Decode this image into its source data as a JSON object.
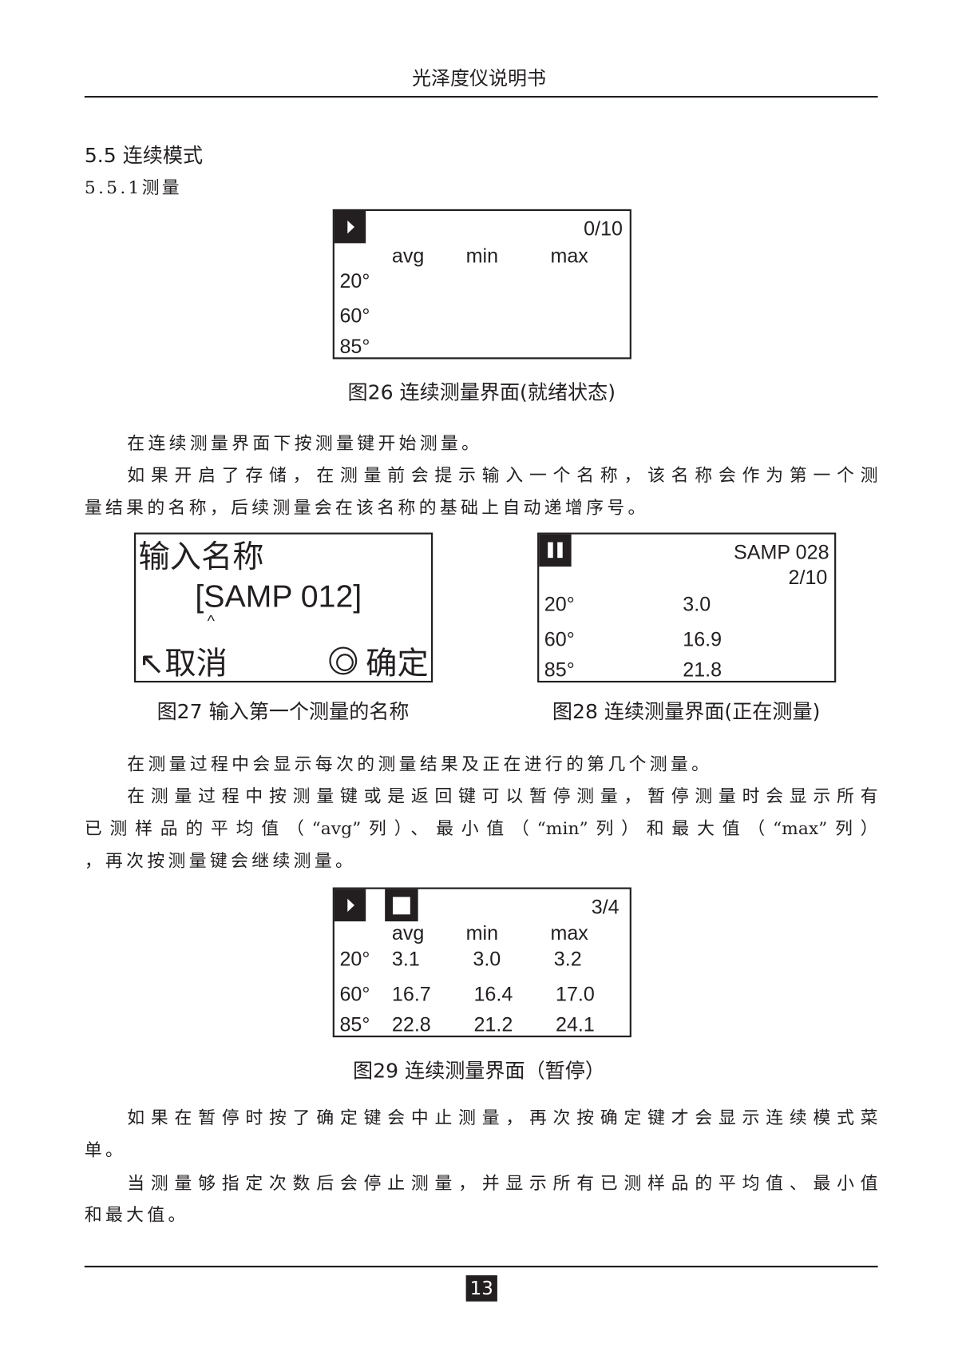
{
  "header": {
    "title": "光泽度仪说明书"
  },
  "section": {
    "title": "5.5 连续模式",
    "subtitle": "5.5.1测量"
  },
  "fig26": {
    "count": "0/10",
    "cols": [
      "avg",
      "min",
      "max"
    ],
    "rows": [
      "20°",
      "60°",
      "85°"
    ],
    "caption": "图26 连续测量界面(就绪状态)",
    "icon": "play-icon"
  },
  "paras1": [
    "在连续测量界面下按测量键开始测量。",
    "如果开启了存储，在测量前会提示输入一个名称，该名称会作为第一个测",
    "量结果的名称，后续测量会在该名称的基础上自动递增序号。"
  ],
  "fig27": {
    "title": "输入名称",
    "value": "[SAMP 012]",
    "cursor": "^",
    "cancel": "↖取消",
    "confirm": "确定",
    "confirm_icon": "circle-button-icon",
    "caption": "图27 输入第一个测量的名称"
  },
  "fig28": {
    "name": "SAMP 028",
    "count": "2/10",
    "rows": [
      {
        "angle": "20°",
        "value": "3.0"
      },
      {
        "angle": "60°",
        "value": "16.9"
      },
      {
        "angle": "85°",
        "value": "21.8"
      }
    ],
    "caption": "图28 连续测量界面(正在测量)",
    "icon": "pause-icon"
  },
  "paras2": [
    "在测量过程中会显示每次的测量结果及正在进行的第几个测量。",
    "在测量过程中按测量键或是返回键可以暂停测量，暂停测量时会显示所有",
    "已测样品的平均值（“avg”列）、最小值（“min”列）和最大值（“max”列）",
    "，再次按测量键会继续测量。"
  ],
  "fig29": {
    "count": "3/4",
    "cols": [
      "avg",
      "min",
      "max"
    ],
    "rows": [
      {
        "angle": "20°",
        "avg": "3.1",
        "min": "3.0",
        "max": "3.2"
      },
      {
        "angle": "60°",
        "avg": "16.7",
        "min": "16.4",
        "max": "17.0"
      },
      {
        "angle": "85°",
        "avg": "22.8",
        "min": "21.2",
        "max": "24.1"
      }
    ],
    "caption": "图29 连续测量界面（暂停）",
    "icons": [
      "play-icon",
      "stop-icon"
    ]
  },
  "paras3": [
    "如果在暂停时按了确定键会中止测量，再次按确定键才会显示连续模式菜",
    "单。",
    "当测量够指定次数后会停止测量，并显示所有已测样品的平均值、最小值",
    "和最大值。"
  ],
  "footer": {
    "page": "13"
  }
}
